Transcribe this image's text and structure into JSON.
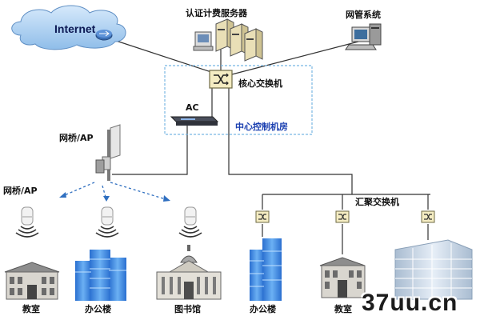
{
  "labels": {
    "internet": "Internet",
    "auth_server": "认证计费服务器",
    "nms": "网管系统",
    "core_switch": "核心交换机",
    "ac": "AC",
    "control_room": "中心控制机房",
    "bridge_ap_pole": "网桥/AP",
    "bridge_ap_left": "网桥/AP",
    "agg_switch": "汇聚交换机",
    "classroom_1": "教室",
    "office_1": "办公楼",
    "library": "图书馆",
    "office_2": "办公楼",
    "classroom_2": "教室"
  },
  "watermark": "37uu.cn",
  "colors": {
    "cloud": "#9fc6ef",
    "switch_box": "#f4ecc2",
    "switch_border": "#6e6a45",
    "wireless_link": "#2f6fc0",
    "control_room_border": "#79b6e3",
    "building_blue": "#3f8ee0"
  }
}
